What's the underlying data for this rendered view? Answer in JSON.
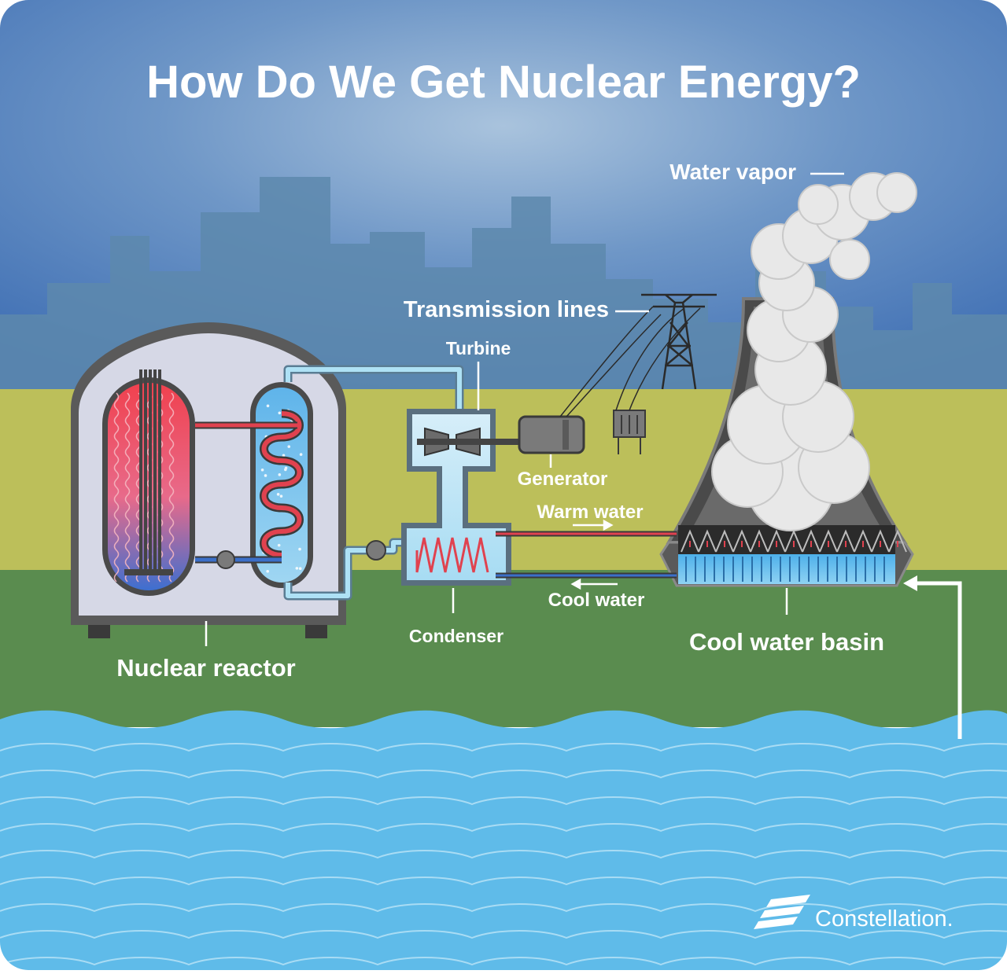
{
  "title": "How Do We Get Nuclear Energy?",
  "labels": {
    "water_vapor": "Water vapor",
    "transmission_lines": "Transmission lines",
    "turbine": "Turbine",
    "generator": "Generator",
    "warm_water": "Warm water",
    "cool_water": "Cool water",
    "condenser": "Condenser",
    "cool_water_basin": "Cool water basin",
    "nuclear_reactor": "Nuclear reactor"
  },
  "brand": {
    "name": "Constellation."
  },
  "colors": {
    "sky_top": "#3f6fb4",
    "sky_glow": "#a9c3dd",
    "city": "#5d88ad",
    "field": "#bcbf5a",
    "ground": "#5a8c4f",
    "water": "#5fbbe9",
    "hot": "#e2384a",
    "cool": "#3b6fc9",
    "pipe": "#aee1f5"
  }
}
